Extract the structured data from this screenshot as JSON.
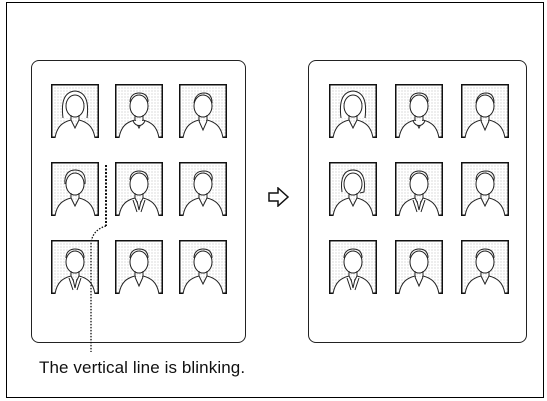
{
  "caption": "The vertical line is blinking.",
  "panels": [
    {
      "id": "before",
      "photos": [
        {
          "variant": "female-long-hair"
        },
        {
          "variant": "male-sweater"
        },
        {
          "variant": "male-striped-shirt"
        },
        {
          "variant": "male-short-hair"
        },
        {
          "variant": "male-suit-tie"
        },
        {
          "variant": "male-slick-hair"
        },
        {
          "variant": "male-suit"
        },
        {
          "variant": "male-shirt"
        },
        {
          "variant": "male-casual"
        }
      ]
    },
    {
      "id": "after",
      "photos": [
        {
          "variant": "female-long-hair"
        },
        {
          "variant": "male-sweater"
        },
        {
          "variant": "male-striped-shirt"
        },
        {
          "variant": "female-bob"
        },
        {
          "variant": "male-suit-tie"
        },
        {
          "variant": "male-slick-hair"
        },
        {
          "variant": "male-suit"
        },
        {
          "variant": "male-shirt"
        },
        {
          "variant": "male-casual"
        }
      ]
    }
  ],
  "icons": {
    "arrow": "right-arrow-icon"
  },
  "cursor_position": {
    "panel": "before",
    "between": [
      4,
      5
    ]
  }
}
